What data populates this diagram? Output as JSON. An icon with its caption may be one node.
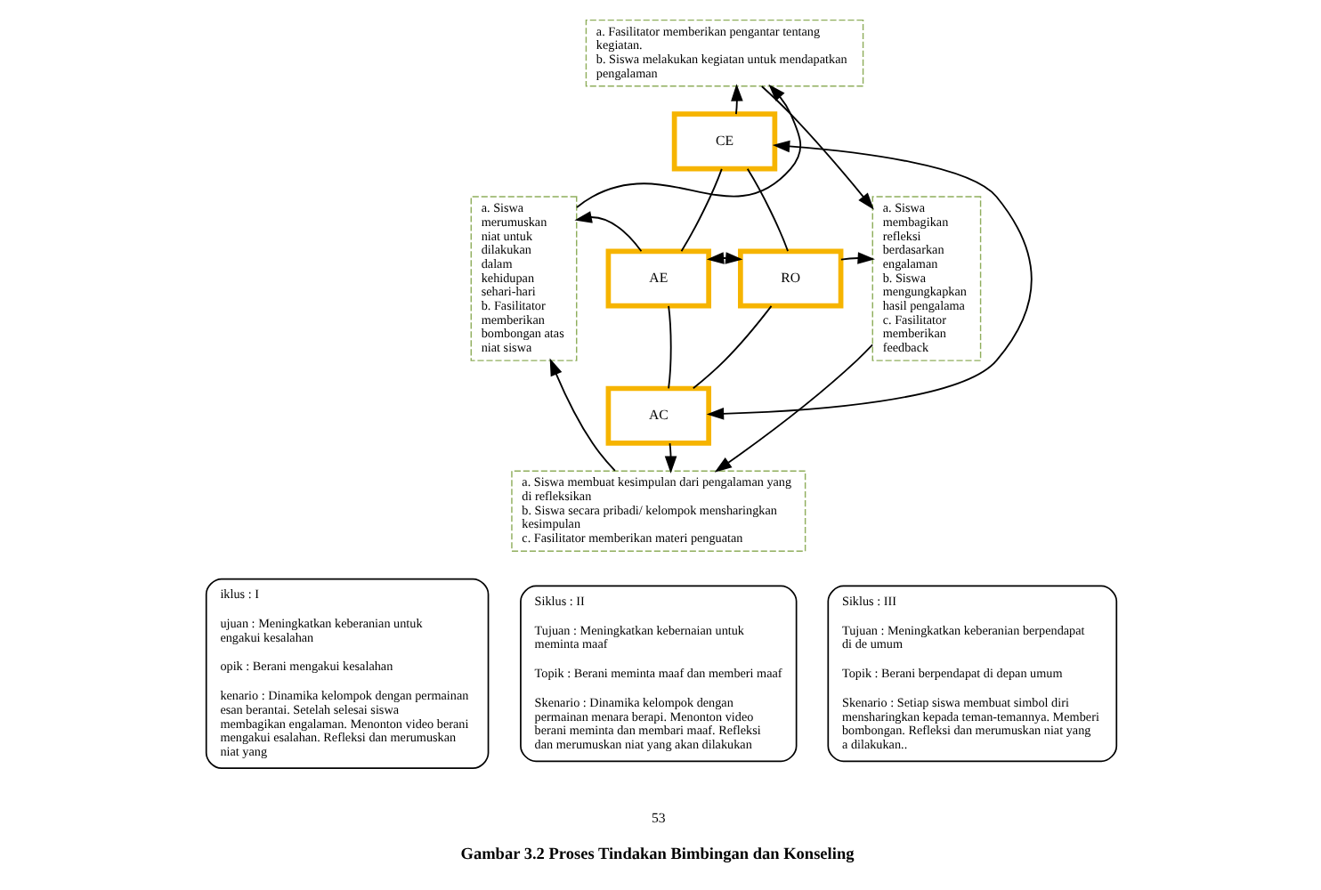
{
  "diagram": {
    "caption": "Gambar 3.2 Proses Tindakan Bimbingan dan Konseling",
    "nodes": [
      {
        "text": [
          "a. Fasilitator memberikan pengantar tentang kegiatan.",
          "b. Siswa melakukan kegiatan untuk mendapatkan pengalaman"
        ]
      },
      {
        "text": [
          "CE"
        ]
      },
      {
        "text": [
          "a. Siswa merumuskan niat untuk dilakukan dalam kehidupan sehari-hari",
          "b. Fasilitator memberikan bombongan atas niat siswa"
        ]
      },
      {
        "text": [
          "AE"
        ]
      },
      {
        "text": [
          "RO"
        ]
      },
      {
        "text": [
          "a. Siswa membagikan refleksi berdasarkan engalaman",
          "b. Siswa mengungkapkan hasil pengalama",
          "c. Fasilitator memberikan feedback"
        ]
      },
      {
        "text": [
          "AC"
        ]
      },
      {
        "text": [
          "a. Siswa membuat kesimpulan dari pengalaman yang di refleksikan",
          "b. Siswa secara pribadi/ kelompok mensharingkan kesimpulan",
          "c. Fasilitator memberikan materi penguatan"
        ]
      },
      {
        "text": [
          "iklus : I",
          "ujuan : Meningkatkan keberanian untuk engakui kesalahan",
          "opik : Berani mengakui kesalahan",
          "kenario : Dinamika kelompok dengan permainan esan berantai. Setelah selesai siswa membagikan engalaman. Menonton video berani mengakui esalahan. Refleksi dan merumuskan niat yang"
        ]
      },
      {
        "text": [
          "Siklus : II",
          "Tujuan : Meningkatkan kebernaian untuk meminta maaf",
          "Topik : Berani meminta maaf dan memberi maaf",
          "Skenario : Dinamika kelompok dengan permainan menara berapi. Menonton video berani meminta dan membari maaf. Refleksi dan merumuskan niat yang akan dilakukan"
        ]
      },
      {
        "text": [
          "Siklus : III",
          "Tujuan : Meningkatkan keberanian berpendapat di de umum",
          "Topik : Berani berpendapat di depan umum",
          "Skenario : Setiap siswa membuat simbol diri mensharingkan kepada teman-temannya. Memberi bombongan. Refleksi dan merumuskan niat yang a dilakukan.."
        ]
      }
    ],
    "edges": [
      {
        "from": 1,
        "to": 0,
        "arrow": "to"
      },
      {
        "from": 3,
        "to": 2,
        "arrow": "to"
      },
      {
        "from": 4,
        "to": 5,
        "arrow": "to"
      },
      {
        "from": 6,
        "to": 7,
        "arrow": "to"
      },
      {
        "from": 3,
        "to": 4,
        "arrow": "both"
      },
      {
        "from": 1,
        "to": 6,
        "arrow": "both"
      },
      {
        "from": 1,
        "to": 4,
        "arrow": "none"
      },
      {
        "from": 4,
        "to": 6,
        "arrow": "none"
      },
      {
        "from": 6,
        "to": 3,
        "arrow": "none"
      },
      {
        "from": 3,
        "to": 1,
        "arrow": "none"
      },
      {
        "from": 2,
        "to": 0,
        "arrow": "to"
      },
      {
        "from": 0,
        "to": 5,
        "arrow": "to"
      },
      {
        "from": 5,
        "to": 7,
        "arrow": "to"
      },
      {
        "from": 7,
        "to": 2,
        "arrow": "to"
      }
    ],
    "labels": [
      "53"
    ]
  }
}
